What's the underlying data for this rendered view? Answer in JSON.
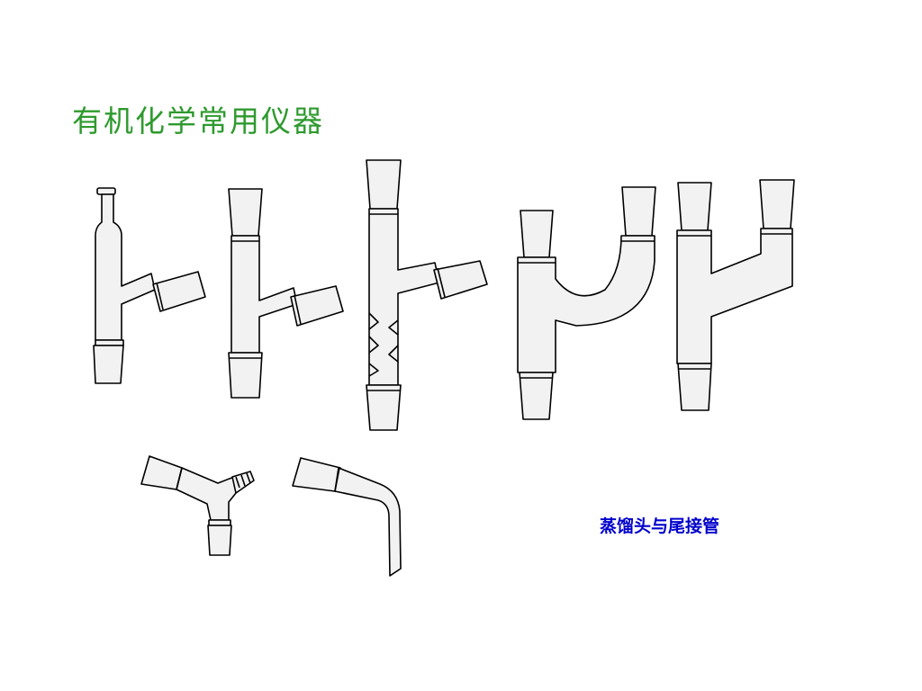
{
  "title": "有机化学常用仪器",
  "caption": "蒸馏头与尾接管",
  "colors": {
    "title": "#2e9a2e",
    "caption": "#0000cc",
    "glass_fill": "#f2f2f2",
    "outline": "#000000",
    "background": "#ffffff"
  },
  "illustrations": [
    "distillation-head-with-stopper-joint",
    "distillation-head",
    "fractionating-column-head",
    "claisen-head",
    "claisen-adapter",
    "vacuum-adapter",
    "bent-receiver-adapter"
  ]
}
